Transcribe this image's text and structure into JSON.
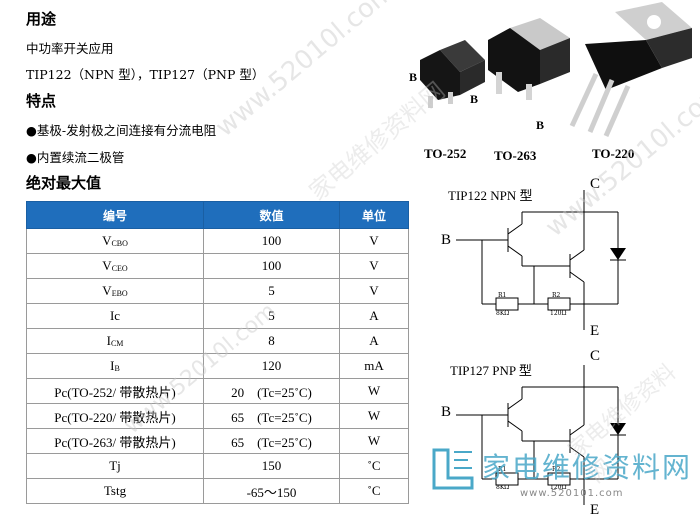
{
  "sections": {
    "usage_title": "用途",
    "usage_line1": "中功率开关应用",
    "usage_line2": "TIP122（NPN 型），TIP127（PNP 型）",
    "features_title": "特点",
    "feature1": "●基极-发射极之间连接有分流电阻",
    "feature2": "●内置续流二极管",
    "ratings_title": "绝对最大值"
  },
  "table": {
    "headers": [
      "编号",
      "数值",
      "单位"
    ],
    "rows": [
      {
        "sym": "V",
        "sub": "CBO",
        "value": "100",
        "unit": "V"
      },
      {
        "sym": "V",
        "sub": "CEO",
        "value": "100",
        "unit": "V"
      },
      {
        "sym": "V",
        "sub": "EBO",
        "value": "5",
        "unit": "V"
      },
      {
        "sym": "Ic",
        "sub": "",
        "value": "5",
        "unit": "A"
      },
      {
        "sym": "I",
        "sub": "CM",
        "value": "8",
        "unit": "A"
      },
      {
        "sym": "I",
        "sub": "B",
        "value": "120",
        "unit": "mA"
      },
      {
        "sym": "Pc(TO-252/ 带散热片)",
        "sub": "",
        "value": "20　(Tc=25˚C)",
        "unit": "W"
      },
      {
        "sym": "Pc(TO-220/ 带散热片)",
        "sub": "",
        "value": "65　(Tc=25˚C)",
        "unit": "W"
      },
      {
        "sym": "Pc(TO-263/ 带散热片)",
        "sub": "",
        "value": "65　(Tc=25˚C)",
        "unit": "W"
      },
      {
        "sym": "Tj",
        "sub": "",
        "value": "150",
        "unit": "˚C"
      },
      {
        "sym": "Tstg",
        "sub": "",
        "value": "-65～150",
        "unit": "˚C"
      }
    ]
  },
  "packages": {
    "to252": "TO-252",
    "to263": "TO-263",
    "to220": "TO-220",
    "pin_b": "B"
  },
  "circuits": {
    "npn_title": "TIP122 NPN 型",
    "pnp_title": "TIP127 PNP 型",
    "pin_b": "B",
    "pin_c": "C",
    "pin_e": "E",
    "r1_label": "R1",
    "r1_value": "8KΩ",
    "r2_label": "R2",
    "r2_value": "120Ω"
  },
  "watermark": {
    "brand": "家电维修资料网",
    "url": "www.520101.com",
    "url_alt": "www.52010l.com"
  },
  "colors": {
    "header_blue": "#1f6ebc",
    "watermark_teal": "#4aa8c8"
  }
}
